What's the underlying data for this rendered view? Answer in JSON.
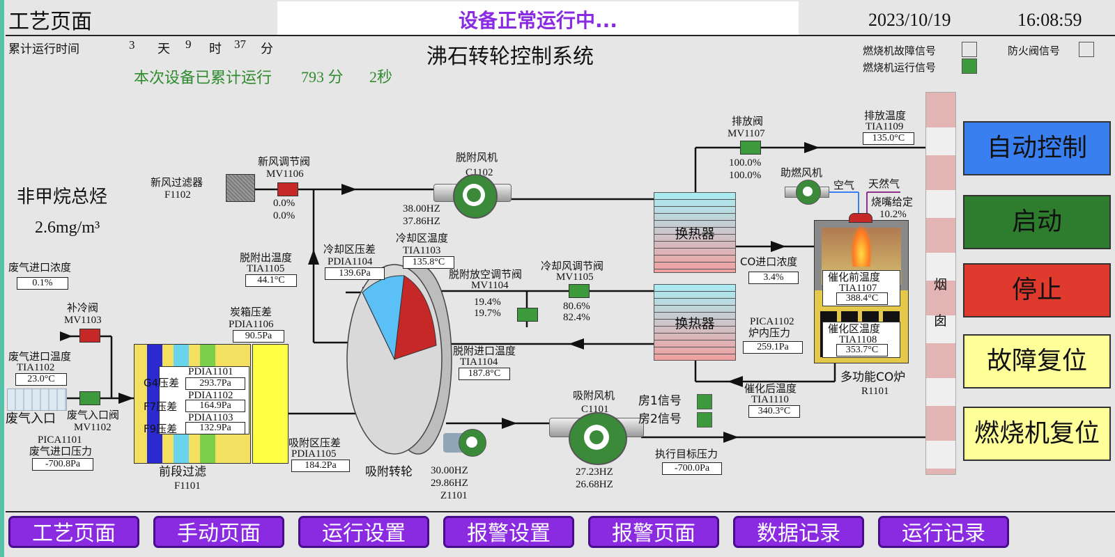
{
  "header": {
    "page_title": "工艺页面",
    "status_text": "设备正常运行中...",
    "date": "2023/10/19",
    "time": "16:08:59"
  },
  "runtime": {
    "total_label": "累计运行时间",
    "days": "3",
    "day_unit": "天",
    "hours": "9",
    "hour_unit": "时",
    "minutes": "37",
    "minute_unit": "分",
    "session_text": "本次设备已累计运行",
    "session_minutes": "793 分",
    "session_seconds": "2秒"
  },
  "system_title": "沸石转轮控制系统",
  "signals": {
    "burner_fault": "燃烧机故障信号",
    "burner_run": "燃烧机运行信号",
    "fire_valve": "防火阀信号"
  },
  "nmhc": {
    "label": "非甲烷总烃",
    "value": "2.6mg/m³"
  },
  "fresh_air_filter": {
    "name": "新风过滤器",
    "tag": "F1102"
  },
  "fresh_air_valve": {
    "name": "新风调节阀",
    "tag": "MV1106",
    "v1": "0.0%",
    "v2": "0.0%"
  },
  "desorb_fan": {
    "name": "脱附风机",
    "tag": "C1102",
    "f1": "38.00HZ",
    "f2": "37.86HZ"
  },
  "exhaust_valve": {
    "name": "排放阀",
    "tag": "MV1107",
    "v1": "100.0%",
    "v2": "100.0%"
  },
  "exhaust_temp": {
    "name": "排放温度",
    "tag": "TIA1109",
    "value": "135.0°C"
  },
  "aux_fan": {
    "name": "助燃风机",
    "air": "空气",
    "gas": "天然气",
    "burner": "烧嘴给定",
    "burner_value": "10.2%"
  },
  "heat_exchanger": "换热器",
  "co_inlet": {
    "name": "CO进口浓度",
    "value": "3.4%"
  },
  "pre_cat_temp": {
    "name": "催化前温度",
    "tag": "TIA1107",
    "value": "388.4°C"
  },
  "cat_temp": {
    "name": "催化区温度",
    "tag": "TIA1108",
    "value": "353.7°C"
  },
  "furnace": {
    "name": "多功能CO炉",
    "tag": "R1101"
  },
  "furnace_pressure": {
    "tag": "PICA1102",
    "name": "炉内压力",
    "value": "259.1Pa"
  },
  "post_cat_temp": {
    "name": "催化后温度",
    "tag": "TIA1110",
    "value": "340.3°C"
  },
  "chimney": {
    "c1": "烟",
    "c2": "囱"
  },
  "inlet_conc": {
    "name": "废气进口浓度",
    "value": "0.1%"
  },
  "cool_valve": {
    "name": "补冷阀",
    "tag": "MV1103"
  },
  "inlet_temp": {
    "name": "废气进口温度",
    "tag": "TIA1102",
    "value": "23.0°C"
  },
  "inlet_label": "废气入口",
  "inlet_valve": {
    "name": "废气入口阀",
    "tag": "MV1102"
  },
  "inlet_pressure": {
    "tag": "PICA1101",
    "name": "废气进口压力",
    "value": "-700.8Pa"
  },
  "carbon_dp": {
    "name": "炭箱压差",
    "tag": "PDIA1106",
    "value": "90.5Pa"
  },
  "pre_filter": {
    "name": "前段过滤",
    "tag": "F1101",
    "g4": "G4压差",
    "g4_tag": "PDIA1101",
    "g4_value": "293.7Pa",
    "f7": "F7压差",
    "f7_tag": "PDIA1102",
    "f7_value": "164.9Pa",
    "f9": "F9压差",
    "f9_tag": "PDIA1103",
    "f9_value": "132.9Pa"
  },
  "desorb_out_temp": {
    "name": "脱附出温度",
    "tag": "TIA1105",
    "value": "44.1°C"
  },
  "cool_dp": {
    "name": "冷却区压差",
    "tag": "PDIA1104",
    "value": "139.6Pa"
  },
  "cool_temp": {
    "name": "冷却区温度",
    "tag": "TIA1103",
    "value": "135.8°C"
  },
  "desorb_vent_valve": {
    "name": "脱附放空调节阀",
    "tag": "MV1104",
    "v1": "19.4%",
    "v2": "19.7%"
  },
  "cool_air_valve": {
    "name": "冷却风调节阀",
    "tag": "MV1105",
    "v1": "80.6%",
    "v2": "82.4%"
  },
  "desorb_in_temp": {
    "name": "脱附进口温度",
    "tag": "TIA1104",
    "value": "187.8°C"
  },
  "adsorb_dp": {
    "name": "吸附区压差",
    "tag": "PDIA1105",
    "value": "184.2Pa"
  },
  "rotor": {
    "name": "吸附转轮",
    "f1": "30.00HZ",
    "f2": "29.86HZ",
    "tag": "Z1101"
  },
  "adsorb_fan": {
    "name": "吸附风机",
    "tag": "C1101",
    "f1": "27.23HZ",
    "f2": "26.68HZ"
  },
  "room_signals": {
    "r1": "房1信号",
    "r2": "房2信号"
  },
  "target_pressure": {
    "name": "执行目标压力",
    "value": "-700.0Pa"
  },
  "controls": {
    "auto": "自动控制",
    "start": "启动",
    "stop": "停止",
    "fault_reset": "故障复位",
    "burner_reset": "燃烧机复位"
  },
  "nav": [
    "工艺页面",
    "手动页面",
    "运行设置",
    "报警设置",
    "报警页面",
    "数据记录",
    "运行记录"
  ],
  "colors": {
    "nav": "#8a2be2",
    "auto": "#3a7ff0",
    "start": "#2e7d2e",
    "stop": "#e03a2e",
    "reset": "#ffff99",
    "status_text": "#8a2be2",
    "session_text": "#2e8b2e"
  }
}
